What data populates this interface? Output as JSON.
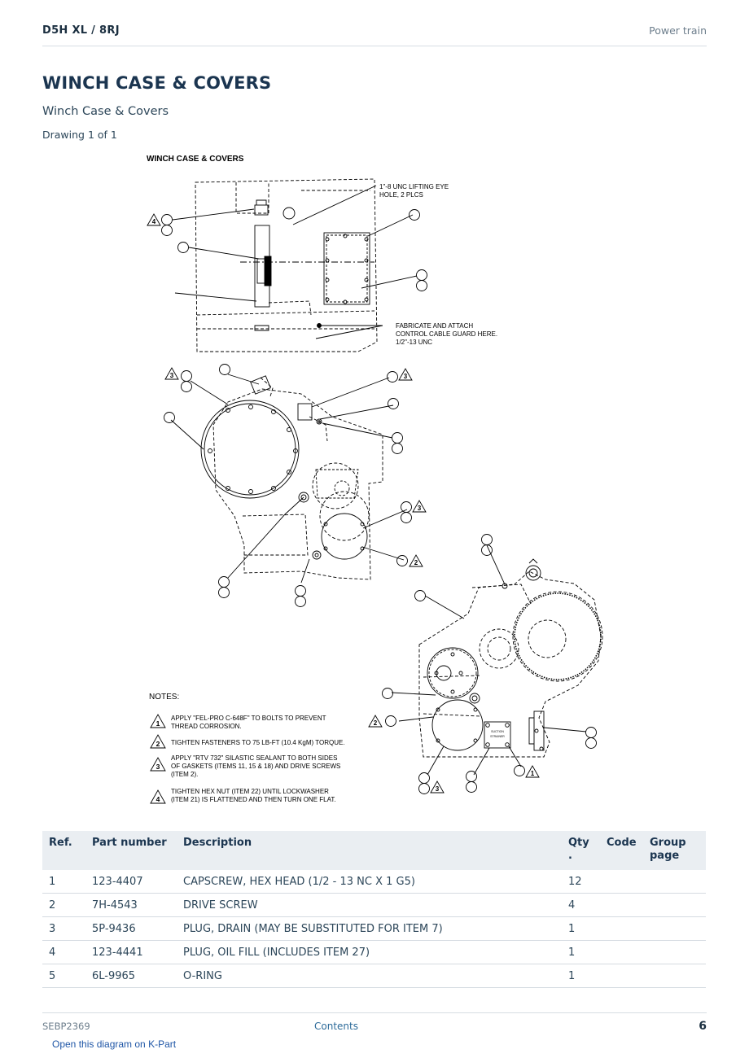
{
  "header": {
    "model": "D5H XL  /  8RJ",
    "section": "Power train"
  },
  "page": {
    "title": "WINCH CASE & COVERS",
    "subtitle": "Winch Case & Covers",
    "drawing_count": "Drawing 1 of 1"
  },
  "drawing": {
    "title": "WINCH CASE & COVERS",
    "callout_lifting_1": "1\"-8 UNC LIFTING EYE",
    "callout_lifting_2": "HOLE, 2 PLCS",
    "callout_guard_1": "FABRICATE AND ATTACH",
    "callout_guard_2": "CONTROL CABLE GUARD HERE.",
    "callout_guard_3": "1/2\"-13 UNC",
    "strainer_1": "SUCTION",
    "strainer_2": "STRAINER",
    "notes_title": "NOTES:",
    "notes": [
      {
        "num": "1",
        "line1": "APPLY \"FEL-PRO C-648F\" TO BOLTS TO PREVENT",
        "line2": "THREAD CORROSION.",
        "line3": ""
      },
      {
        "num": "2",
        "line1": "TIGHTEN FASTENERS TO 75 LB-FT (10.4 KgM) TORQUE.",
        "line2": "",
        "line3": ""
      },
      {
        "num": "3",
        "line1": "APPLY \"RTV 732\" SILASTIC SEALANT TO BOTH SIDES",
        "line2": "OF GASKETS (ITEMS 11, 15 & 18) AND DRIVE SCREWS",
        "line3": "(ITEM 2)."
      },
      {
        "num": "4",
        "line1": "TIGHTEN HEX NUT (ITEM 22) UNTIL LOCKWASHER",
        "line2": "(ITEM 21) IS FLATTENED AND THEN TURN ONE FLAT.",
        "line3": ""
      }
    ],
    "flag_labels": [
      "4",
      "3",
      "3",
      "3",
      "2",
      "2",
      "1",
      "3"
    ]
  },
  "table": {
    "headers": {
      "ref": "Ref.",
      "part": "Part number",
      "desc": "Description",
      "qty_1": "Qty",
      "qty_2": ".",
      "code": "Code",
      "group_1": "Group",
      "group_2": "page"
    },
    "rows": [
      {
        "ref": "1",
        "part": "123-4407",
        "desc": "CAPSCREW, HEX HEAD (1/2 - 13 NC X 1 G5)",
        "qty": "12",
        "code": "",
        "group": ""
      },
      {
        "ref": "2",
        "part": "7H-4543",
        "desc": "DRIVE SCREW",
        "qty": "4",
        "code": "",
        "group": ""
      },
      {
        "ref": "3",
        "part": "5P-9436",
        "desc": "PLUG, DRAIN (MAY BE SUBSTITUTED FOR ITEM 7)",
        "qty": "1",
        "code": "",
        "group": ""
      },
      {
        "ref": "4",
        "part": "123-4441",
        "desc": "PLUG, OIL FILL (INCLUDES ITEM 27)",
        "qty": "1",
        "code": "",
        "group": ""
      },
      {
        "ref": "5",
        "part": "6L-9965",
        "desc": "O-RING",
        "qty": "1",
        "code": "",
        "group": ""
      }
    ]
  },
  "footer": {
    "doc_id": "SEBP2369",
    "contents": "Contents",
    "page_number": "6",
    "kpart_link": "Open this diagram on K-Part"
  }
}
